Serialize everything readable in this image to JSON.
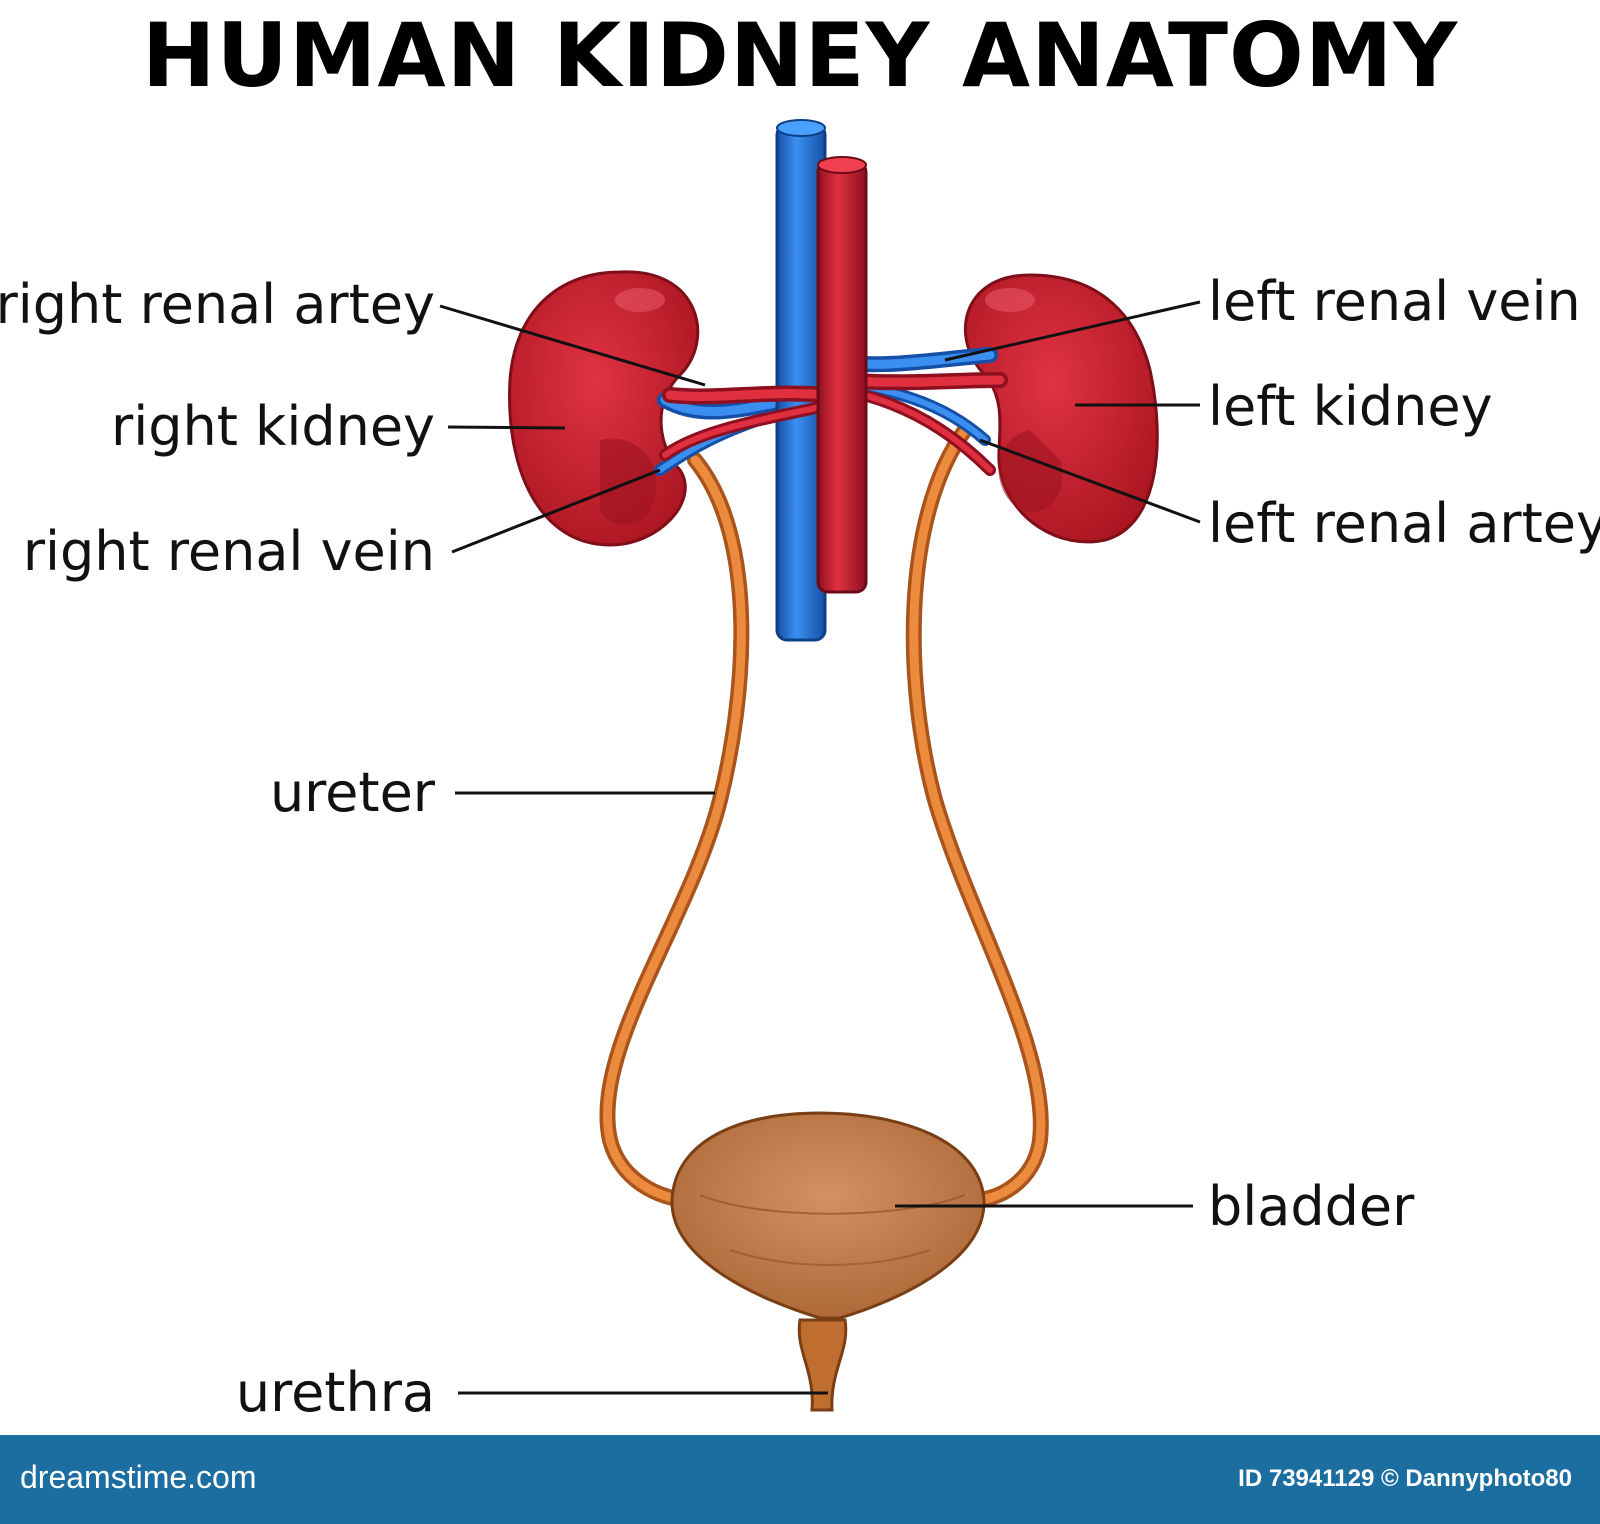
{
  "title": "HUMAN KIDNEY ANATOMY",
  "labels": {
    "right_renal_artery": "right renal artey",
    "right_kidney": "right kidney",
    "right_renal_vein": "right renal vein",
    "ureter": "ureter",
    "urethra": "urethra",
    "left_renal_vein": "left renal vein",
    "left_kidney": "left kidney",
    "left_renal_artery": "left renal artey",
    "bladder": "bladder"
  },
  "footer": {
    "brand": "dreamstime.com",
    "credit": "ID 73941129 © Dannyphoto80"
  },
  "colors": {
    "kidney": "#c8202e",
    "artery": "#c8202e",
    "vein": "#1e6fd0",
    "ureter": "#e0742a",
    "bladder": "#c7814a",
    "footer": "#1c6ea0"
  }
}
